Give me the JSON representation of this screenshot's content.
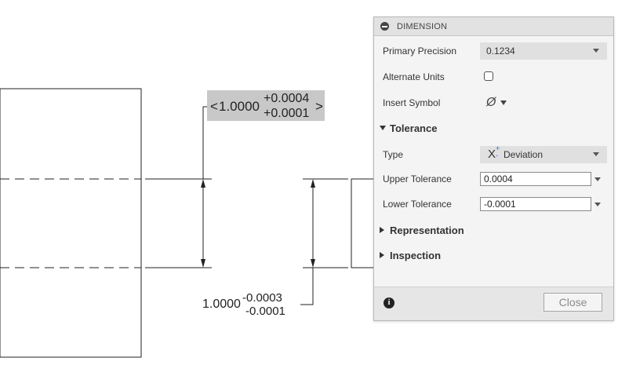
{
  "drawing": {
    "editing_dimension": {
      "nominal": "1.0000",
      "upper": "+0.0004",
      "lower": "+0.0001",
      "open_mark": "<",
      "close_mark": ">"
    },
    "placed_dimension": {
      "nominal": "1.0000",
      "upper": "-0.0003",
      "lower": "-0.0001"
    }
  },
  "panel": {
    "title": "DIMENSION",
    "primary_precision": {
      "label": "Primary Precision",
      "value": "0.1234"
    },
    "alternate_units": {
      "label": "Alternate Units",
      "checked": false
    },
    "insert_symbol": {
      "label": "Insert Symbol",
      "symbol": "Ø"
    },
    "tolerance_section": "Tolerance",
    "type": {
      "label": "Type",
      "value": "Deviation"
    },
    "upper_tolerance": {
      "label": "Upper Tolerance",
      "value": "0.0004"
    },
    "lower_tolerance": {
      "label": "Lower Tolerance",
      "value": "-0.0001"
    },
    "representation_section": "Representation",
    "inspection_section": "Inspection",
    "close_label": "Close",
    "info_glyph": "i"
  },
  "colors": {
    "panel_bg": "#f4f4f4",
    "title_bg": "#e2e2e2",
    "dropdown_bg": "#e0e0e0",
    "highlight_bg": "#c8c8c8",
    "line": "#222222"
  }
}
